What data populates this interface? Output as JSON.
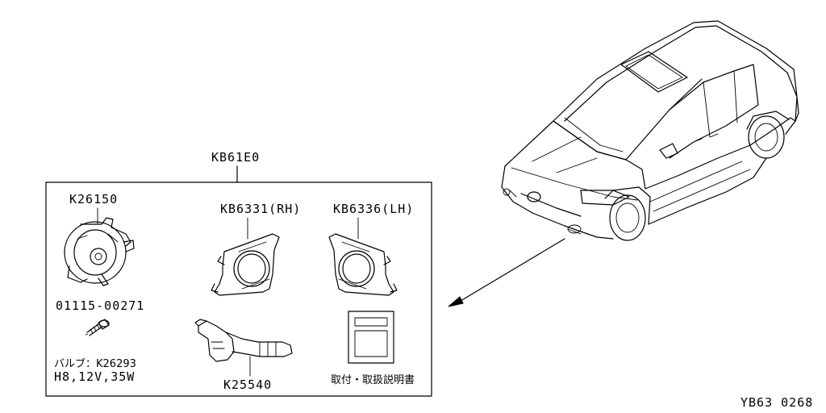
{
  "kit": {
    "part_no": "KB61E0"
  },
  "parts": [
    {
      "id": "fog-lamp",
      "part_no": "K26150"
    },
    {
      "id": "bezel-rh",
      "part_no": "KB6331(RH)"
    },
    {
      "id": "bezel-lh",
      "part_no": "KB6336(LH)"
    },
    {
      "id": "screw",
      "part_no": "01115-00271"
    },
    {
      "id": "switch",
      "part_no": "K25540"
    },
    {
      "id": "manual",
      "label": "取付・取扱説明書"
    }
  ],
  "bulb": {
    "line1": "バルブ：K26293",
    "line2": "H8,12V,35W"
  },
  "footer": {
    "code": "YB63 0268"
  }
}
